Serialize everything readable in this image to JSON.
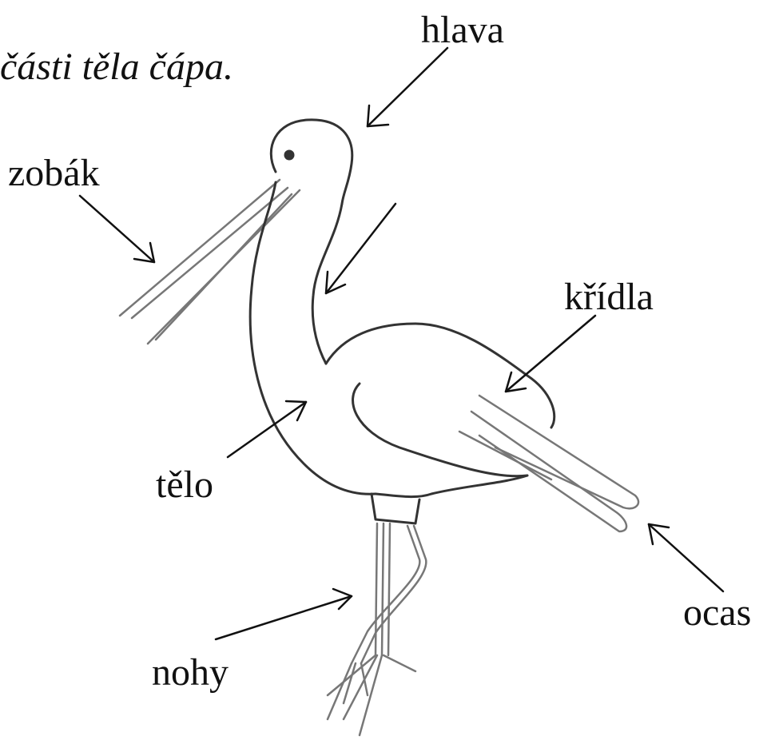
{
  "title": "části těla čápa.",
  "labels": {
    "head": "hlava",
    "beak": "zobák",
    "wings": "křídla",
    "body": "tělo",
    "tail": "ocas",
    "legs": "nohy"
  },
  "colors": {
    "ink": "#111111",
    "drawing": "#333333",
    "background": "#ffffff"
  }
}
